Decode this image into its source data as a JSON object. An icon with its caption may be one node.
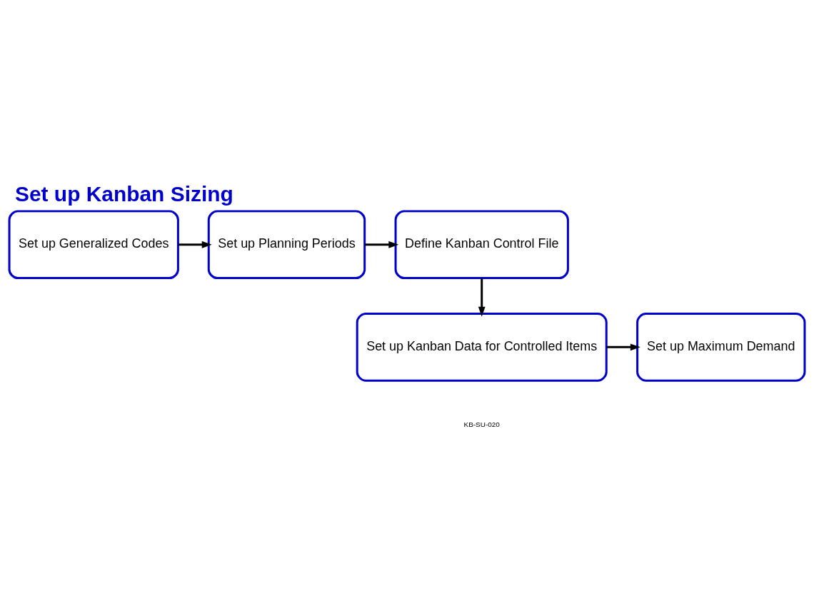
{
  "diagram": {
    "title": "Set up Kanban Sizing",
    "nodes": [
      {
        "text": [
          "Set up Generalized Codes"
        ]
      },
      {
        "text": [
          "Set up Planning Periods"
        ]
      },
      {
        "text": [
          "Define Kanban Control File"
        ]
      },
      {
        "text": [
          "Set up Kanban Data for Controlled Items"
        ]
      },
      {
        "text": [
          "Set up Maximum Demand"
        ]
      }
    ],
    "edges": [
      {
        "from": 0,
        "to": 1,
        "arrow": "to"
      },
      {
        "from": 1,
        "to": 2,
        "arrow": "to"
      },
      {
        "from": 2,
        "to": 3,
        "arrow": "to"
      },
      {
        "from": 3,
        "to": 4,
        "arrow": "to"
      }
    ],
    "labels": [
      "KB-SU-020"
    ]
  }
}
